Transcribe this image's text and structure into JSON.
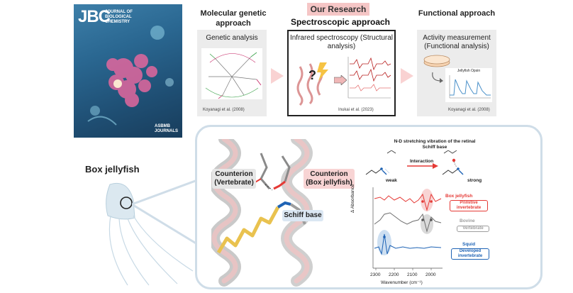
{
  "cover": {
    "logo": "JBC",
    "subtitle": "JOURNAL OF BIOLOGICAL CHEMISTRY",
    "publisher": "ASBMB JOURNALS"
  },
  "sections": {
    "genetic": {
      "title": "Molecular genetic approach",
      "panel_title": "Genetic analysis",
      "citation": "Koyanagi et al. (2008)"
    },
    "research": {
      "badge": "Our Research",
      "title": "Spectroscopic approach",
      "panel_title": "Infrared spectroscopy (Structural analysis)",
      "citation": "Inukai et al. (2023)",
      "question": "?"
    },
    "functional": {
      "title": "Functional approach",
      "panel_title": "Activity measurement (Functional analysis)",
      "citation": "Koyanagi et al. (2008)",
      "plot_title": "Jellyfish Opsin"
    }
  },
  "organism": {
    "label": "Box jellyfish"
  },
  "structure": {
    "counterion_vertebrate": "Counterion (Vertebrate)",
    "counterion_jellyfish": "Counterion (Box jellyfish)",
    "schiff_base": "Schiff base"
  },
  "spectrum": {
    "header": "N-D stretching vibration of the retinal Schiff base",
    "interaction": "Interaction",
    "weak": "weak",
    "strong": "strong",
    "ylabel": "Δ Absorbance",
    "xlabel": "Wavenumber (cm⁻¹)",
    "ticks": [
      "2300",
      "2200",
      "2100",
      "2000"
    ],
    "series": [
      {
        "name": "Box jellyfish",
        "tag": "Primitive invertebrate",
        "color": "#e53935"
      },
      {
        "name": "Bovine",
        "tag": "Vertebrate",
        "color": "#9e9e9e"
      },
      {
        "name": "Squid",
        "tag": "Developed invertebrate",
        "color": "#1e63b5"
      }
    ]
  }
}
